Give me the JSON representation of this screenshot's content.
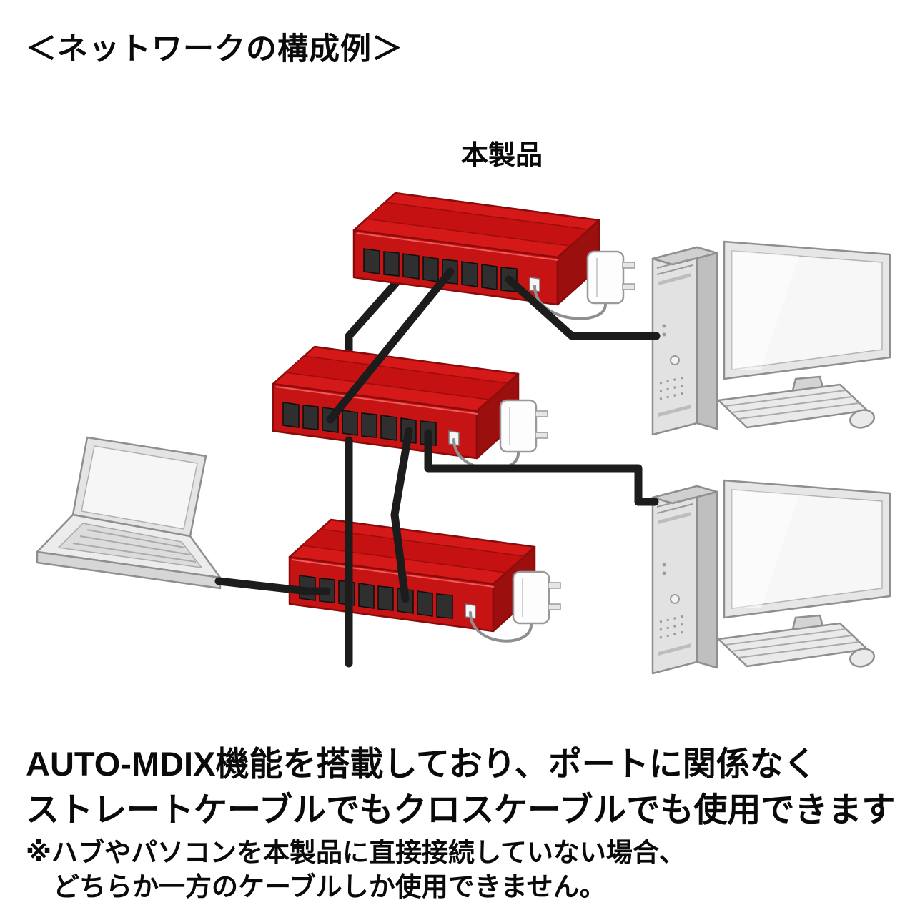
{
  "header": {
    "title": "＜ネットワークの構成例＞"
  },
  "diagram": {
    "product_label": "本製品",
    "devices": [
      "lan-switch-top",
      "lan-switch-middle",
      "lan-switch-bottom",
      "desktop-pc-top",
      "desktop-pc-bottom",
      "laptop",
      "ac-adapter-top",
      "ac-adapter-middle",
      "ac-adapter-bottom"
    ],
    "colors": {
      "switch_red": "#d51818",
      "cable_black": "#1c1c1c",
      "device_gray": "#e6e6e6"
    }
  },
  "footer": {
    "line1": "AUTO-MDIX機能を搭載しており、ポートに関係なく",
    "line2": "ストレートケーブルでもクロスケーブルでも使用できます",
    "note1": "※ハブやパソコンを本製品に直接接続していない場合、",
    "note2": "どちらか一方のケーブルしか使用できません。"
  }
}
